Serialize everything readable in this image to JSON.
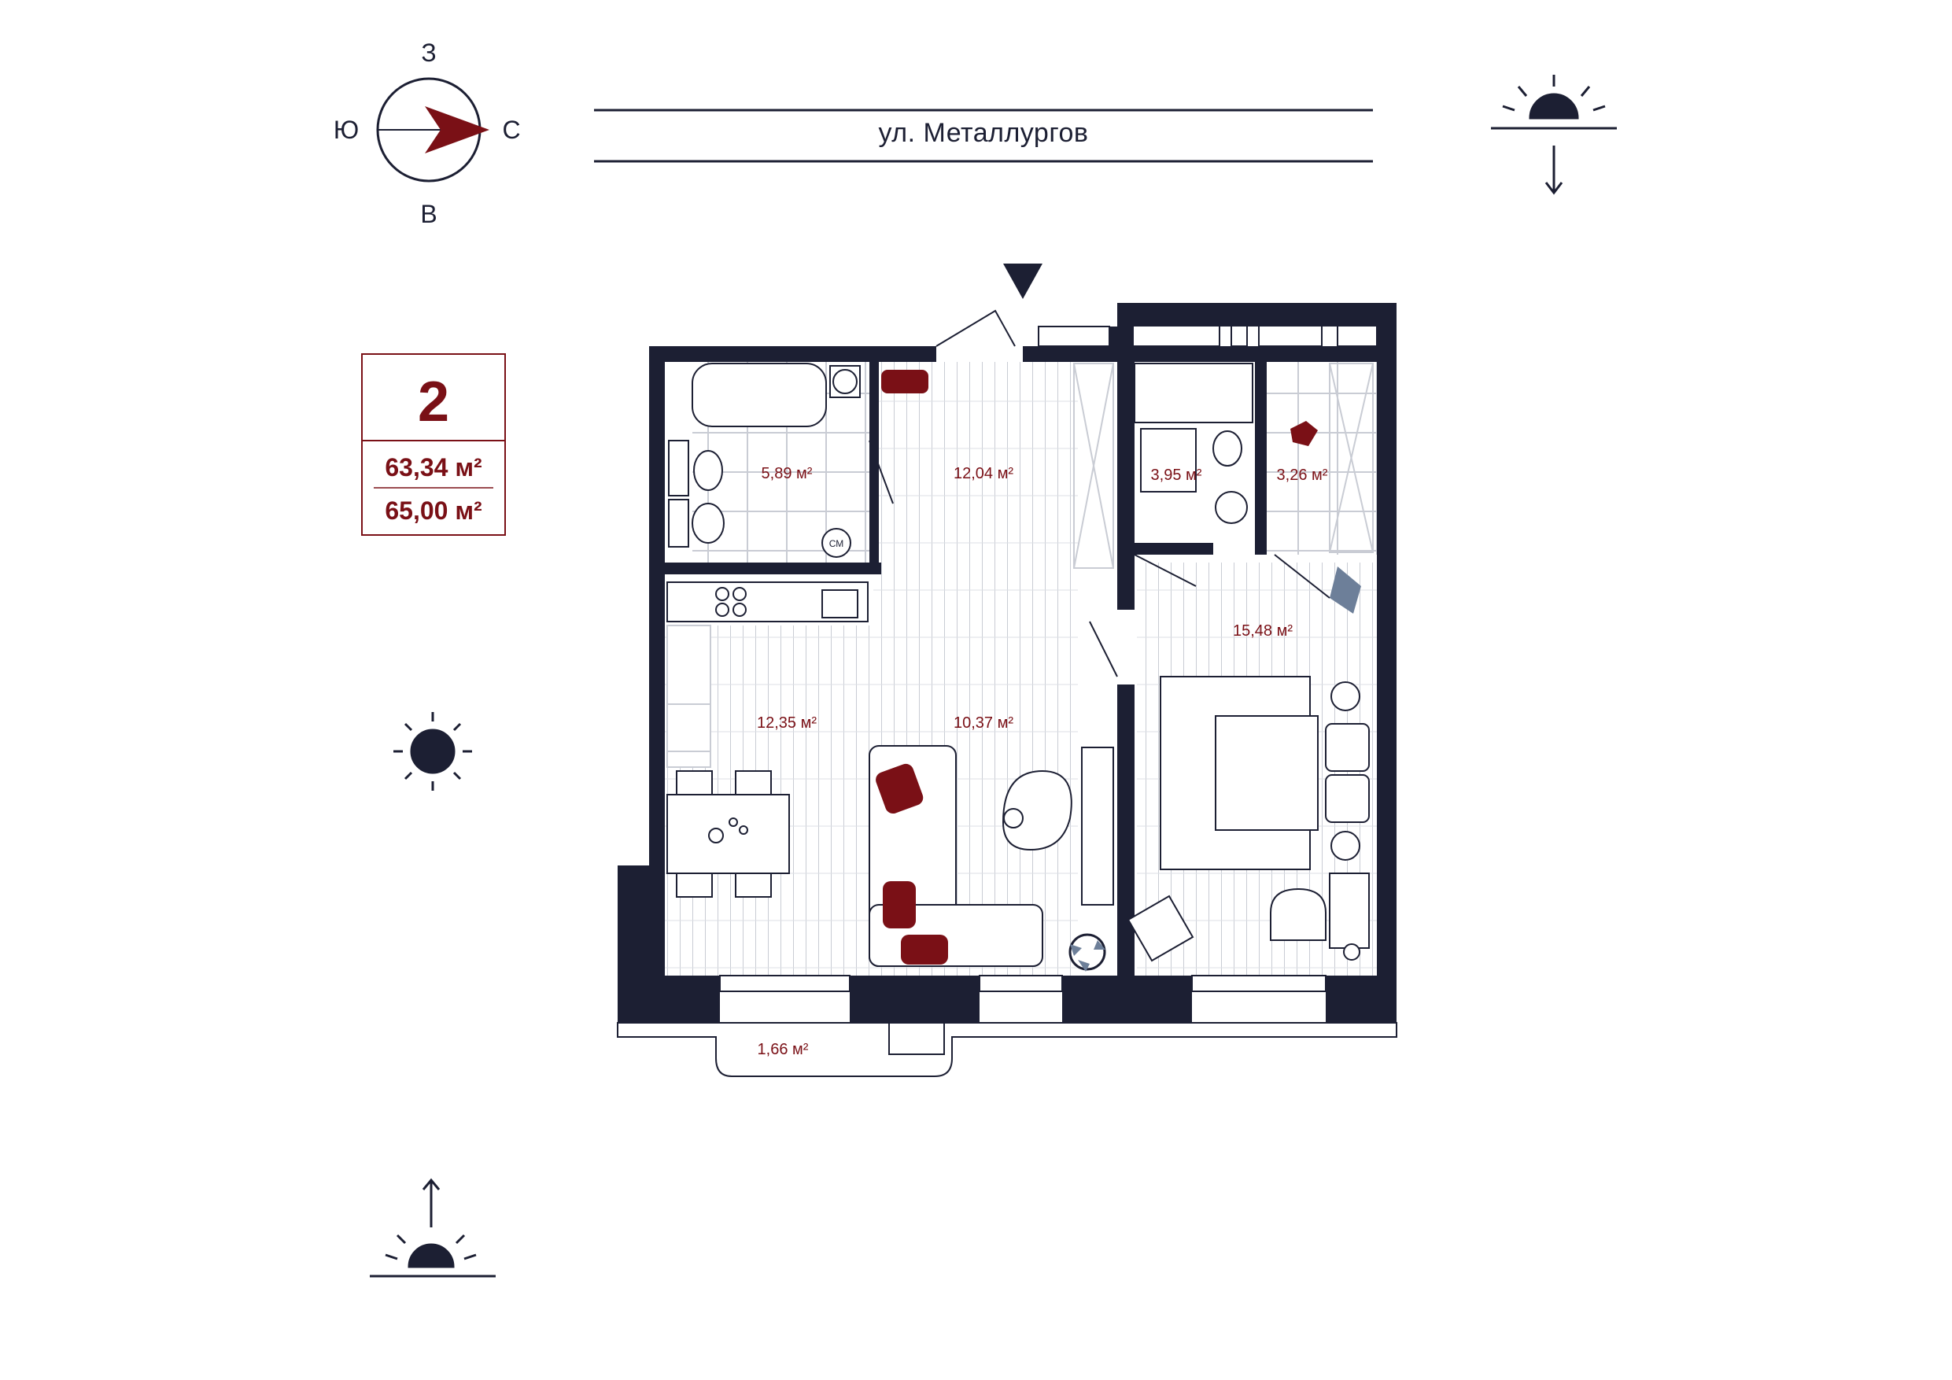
{
  "street_name": "ул. Металлургов",
  "compass": {
    "top": "З",
    "left": "Ю",
    "right": "С",
    "bottom": "В"
  },
  "apartment": {
    "rooms": "2",
    "living_area": "63,34 м²",
    "total_area": "65,00 м²"
  },
  "rooms": {
    "bathroom": "5,89 м²",
    "hall": "12,04 м²",
    "toilet": "3,95 м²",
    "closet": "3,26 м²",
    "bedroom": "15,48 м²",
    "kitchen": "12,35 м²",
    "living": "10,37 м²",
    "balcony": "1,66 м²"
  },
  "appliance_label": "СМ",
  "icons": [
    "compass-icon",
    "sunrise-icon",
    "sun-icon",
    "sunset-icon",
    "entrance-arrow-icon"
  ],
  "colors": {
    "wall": "#1c1f33",
    "accent": "#7a1016",
    "plant": "#6d7f99",
    "floor_line": "#c9ccd4"
  }
}
